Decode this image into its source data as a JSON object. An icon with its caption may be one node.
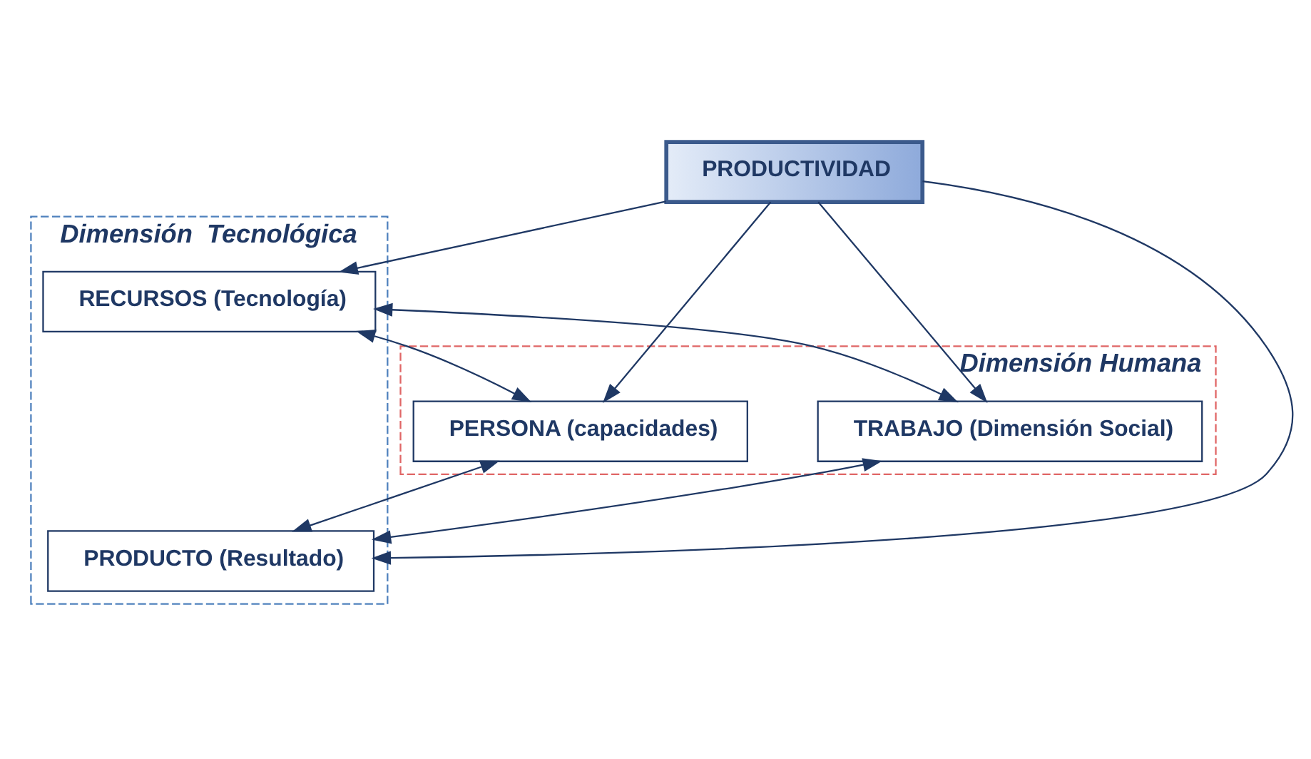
{
  "diagram": {
    "nodes": [
      {
        "text": [
          "Dimensión  Tecnológica"
        ]
      },
      {
        "text": [
          "Dimensión Humana"
        ]
      },
      {
        "text": [
          "RECURSOS (Tecnología)"
        ],
        "in": 0
      },
      {
        "text": [
          "PERSONA (capacidades)"
        ],
        "in": 1
      },
      {
        "text": [
          "PRODUCTIVIDAD"
        ]
      },
      {
        "text": [
          "TRABAJO (Dimensión Social)"
        ],
        "in": 1
      },
      {
        "text": [
          "PRODUCTO (Resultado)"
        ],
        "in": 0
      }
    ],
    "edges": [
      {
        "from": 4,
        "to": 2,
        "arrow": "to"
      },
      {
        "from": 4,
        "to": 3,
        "arrow": "to"
      },
      {
        "from": 4,
        "to": 5,
        "arrow": "to"
      },
      {
        "from": 4,
        "to": 6,
        "arrow": "to"
      },
      {
        "from": 2,
        "to": 3,
        "arrow": "both"
      },
      {
        "from": 2,
        "to": 5,
        "arrow": "both"
      },
      {
        "from": 3,
        "to": 6,
        "arrow": "both"
      },
      {
        "from": 5,
        "to": 6,
        "arrow": "both"
      }
    ]
  }
}
